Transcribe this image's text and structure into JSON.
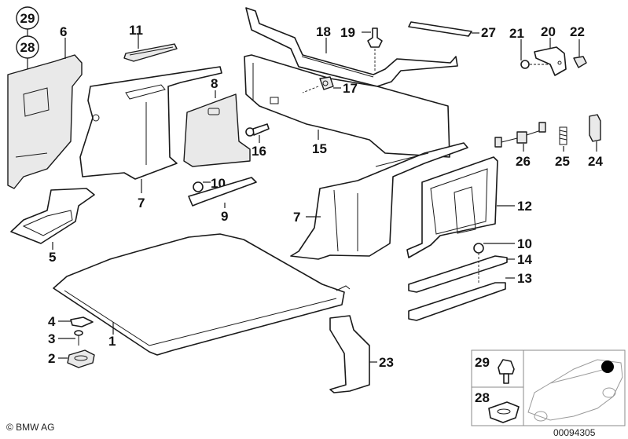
{
  "diagram": {
    "title": "Trunk trim panels exploded view",
    "circled_labels": [
      "29",
      "28"
    ],
    "callouts": {
      "p1": "1",
      "p2": "2",
      "p3": "3",
      "p4": "4",
      "p5": "5",
      "p6": "6",
      "p7a": "7",
      "p7b": "7",
      "p8": "8",
      "p9": "9",
      "p10a": "10",
      "p10b": "10",
      "p11": "11",
      "p12": "12",
      "p13": "13",
      "p14": "14",
      "p15": "15",
      "p16": "16",
      "p17": "17",
      "p18": "18",
      "p19": "19",
      "p20": "20",
      "p21": "21",
      "p22": "22",
      "p23": "23",
      "p24": "24",
      "p25": "25",
      "p26": "26",
      "p27": "27"
    },
    "inset": {
      "label_29": "29",
      "label_28": "28",
      "location_marker_color": "#000000"
    },
    "copyright": "© BMW AG",
    "diagram_number": "00094305"
  }
}
